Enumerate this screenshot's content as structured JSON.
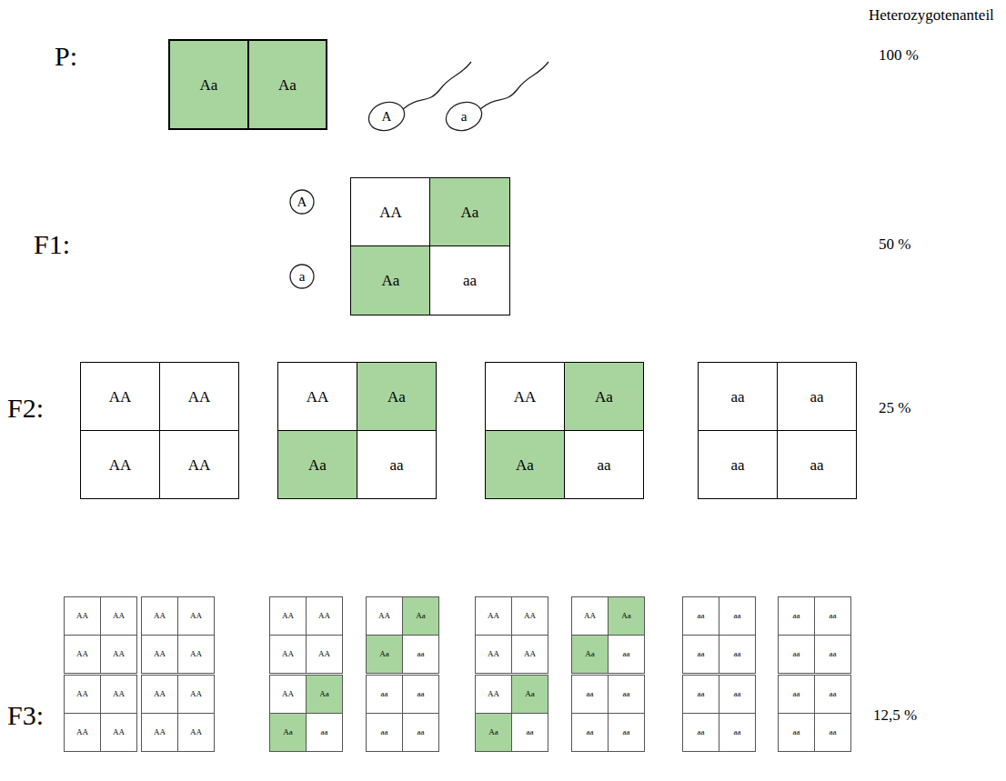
{
  "diagram": {
    "nodes": [
      {
        "text": [
          "Aa"
        ]
      },
      {
        "text": [
          "Aa"
        ]
      },
      {
        "text": [
          "A"
        ]
      },
      {
        "text": [
          "a"
        ]
      },
      {
        "text": [
          "A"
        ]
      },
      {
        "text": [
          "AA"
        ]
      },
      {
        "text": [
          "Aa"
        ]
      },
      {
        "text": [
          "a"
        ]
      },
      {
        "text": [
          "Aa"
        ]
      },
      {
        "text": [
          "aa"
        ]
      },
      {
        "text": [
          "AA"
        ]
      },
      {
        "text": [
          "AA"
        ]
      },
      {
        "text": [
          "AA"
        ]
      },
      {
        "text": [
          "AA"
        ]
      },
      {
        "text": [
          "AA"
        ]
      },
      {
        "text": [
          "Aa"
        ]
      },
      {
        "text": [
          "Aa"
        ]
      },
      {
        "text": [
          "aa"
        ]
      },
      {
        "text": [
          "AA"
        ]
      },
      {
        "text": [
          "Aa"
        ]
      },
      {
        "text": [
          "Aa"
        ]
      },
      {
        "text": [
          "aa"
        ]
      },
      {
        "text": [
          "aa"
        ]
      },
      {
        "text": [
          "aa"
        ]
      },
      {
        "text": [
          "aa"
        ]
      },
      {
        "text": [
          "aa"
        ]
      },
      {
        "text": [
          "AA"
        ]
      },
      {
        "text": [
          "AA"
        ]
      },
      {
        "text": [
          "AA"
        ]
      },
      {
        "text": [
          "AA"
        ]
      },
      {
        "text": [
          "AA"
        ]
      },
      {
        "text": [
          "AA"
        ]
      },
      {
        "text": [
          "AA"
        ]
      },
      {
        "text": [
          "AA"
        ]
      },
      {
        "text": [
          "AA"
        ]
      },
      {
        "text": [
          "AA"
        ]
      },
      {
        "text": [
          "AA"
        ]
      },
      {
        "text": [
          "AA"
        ]
      },
      {
        "text": [
          "AA"
        ]
      },
      {
        "text": [
          "Aa"
        ]
      },
      {
        "text": [
          "Aa"
        ]
      },
      {
        "text": [
          "aa"
        ]
      },
      {
        "text": [
          "AA"
        ]
      },
      {
        "text": [
          "AA"
        ]
      },
      {
        "text": [
          "AA"
        ]
      },
      {
        "text": [
          "AA"
        ]
      },
      {
        "text": [
          "AA"
        ]
      },
      {
        "text": [
          "Aa"
        ]
      },
      {
        "text": [
          "Aa"
        ]
      },
      {
        "text": [
          "aa"
        ]
      },
      {
        "text": [
          "aa"
        ]
      },
      {
        "text": [
          "aa"
        ]
      },
      {
        "text": [
          "aa"
        ]
      },
      {
        "text": [
          "aa"
        ]
      },
      {
        "text": [
          "aa"
        ]
      },
      {
        "text": [
          "aa"
        ]
      },
      {
        "text": [
          "aa"
        ]
      },
      {
        "text": [
          "aa"
        ]
      },
      {
        "text": [
          "AA"
        ]
      },
      {
        "text": [
          "AA"
        ]
      },
      {
        "text": [
          "AA"
        ]
      },
      {
        "text": [
          "AA"
        ]
      },
      {
        "text": [
          "AA"
        ]
      },
      {
        "text": [
          "AA"
        ]
      },
      {
        "text": [
          "AA"
        ]
      },
      {
        "text": [
          "AA"
        ]
      },
      {
        "text": [
          "AA"
        ]
      },
      {
        "text": [
          "Aa"
        ]
      },
      {
        "text": [
          "Aa"
        ]
      },
      {
        "text": [
          "aa"
        ]
      },
      {
        "text": [
          "aa"
        ]
      },
      {
        "text": [
          "aa"
        ]
      },
      {
        "text": [
          "aa"
        ]
      },
      {
        "text": [
          "aa"
        ]
      },
      {
        "text": [
          "AA"
        ]
      },
      {
        "text": [
          "Aa"
        ]
      },
      {
        "text": [
          "Aa"
        ]
      },
      {
        "text": [
          "aa"
        ]
      },
      {
        "text": [
          "aa"
        ]
      },
      {
        "text": [
          "aa"
        ]
      },
      {
        "text": [
          "aa"
        ]
      },
      {
        "text": [
          "aa"
        ]
      },
      {
        "text": [
          "aa"
        ]
      },
      {
        "text": [
          "aa"
        ]
      },
      {
        "text": [
          "aa"
        ]
      },
      {
        "text": [
          "aa"
        ]
      },
      {
        "text": [
          "aa"
        ]
      },
      {
        "text": [
          "aa"
        ]
      },
      {
        "text": [
          "aa"
        ]
      },
      {
        "text": [
          "aa"
        ]
      }
    ],
    "labels": [
      "Heterozygotenanteil",
      "P:",
      "100 %",
      "F1:",
      "50 %",
      "F2:",
      "25 %",
      "F3:",
      "12,5 %"
    ]
  }
}
